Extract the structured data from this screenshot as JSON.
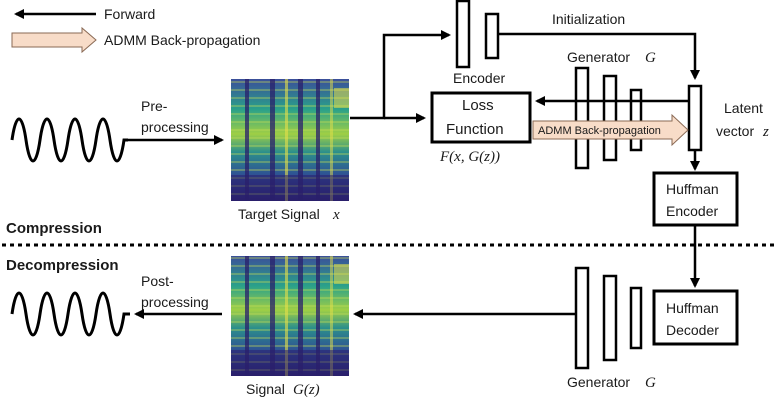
{
  "legend": {
    "forward": "Forward",
    "admm": "ADMM Back-propagation"
  },
  "labels": {
    "pre_1": "Pre-",
    "pre_2": "processing",
    "post_1": "Post-",
    "post_2": "processing",
    "encoder": "Encoder",
    "initialization": "Initialization",
    "generator_top": "Generator",
    "generator_bottom": "Generator",
    "generator_sym": "G",
    "latent_1": "Latent",
    "latent_2": "vector",
    "latent_sym": "z",
    "loss_1": "Loss",
    "loss_2": "Function",
    "loss_formula": "F(x, G(z))",
    "admm_arrow": "ADMM Back-propagation",
    "huffman_enc_1": "Huffman",
    "huffman_enc_2": "Encoder",
    "huffman_dec_1": "Huffman",
    "huffman_dec_2": "Decoder",
    "target_signal": "Target Signal",
    "target_sym": "x",
    "output_signal": "Signal",
    "output_sym": "G(z)",
    "compression": "Compression",
    "decompression": "Decompression"
  },
  "colors": {
    "spectrogram_dark": "#2a1f6b",
    "spectrogram_mid": "#1f8f8a",
    "spectrogram_bright": "#e6e04a",
    "admm_arrow_fill": "#f8dcc8"
  }
}
